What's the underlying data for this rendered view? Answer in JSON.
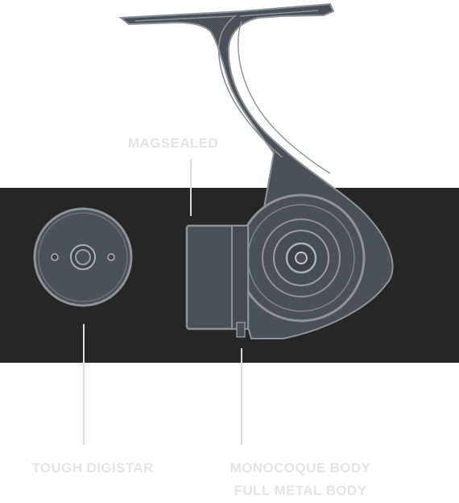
{
  "diagram": {
    "labels": {
      "magsealed": "MAGSEALED",
      "drag_star": "TOUGH DIGISTAR",
      "body_line1": "MONOCOQUE BODY",
      "body_line2": "FULL METAL BODY"
    },
    "colors": {
      "background": "#ffffff",
      "band": "#262626",
      "reel_body": "#4a5259",
      "reel_outline": "#8d9398",
      "leader_line": "#dcdcdc",
      "label_text": "#e4e4e4"
    }
  }
}
